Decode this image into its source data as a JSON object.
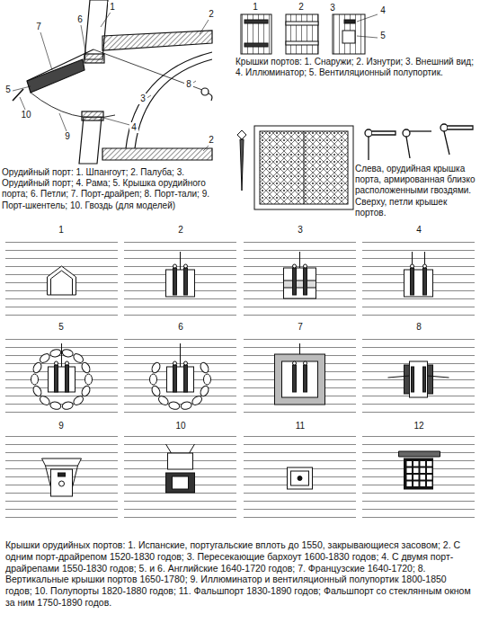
{
  "diagram": {
    "caption": "Крышки орудийных портов: 1. Испанские, португальские вплоть до 1550, закрывающиеся засовом; 2. С одним порт-драйрепом 1520-1830 годов; 3. Пересекающие бархоут 1600-1830 годов; 4. С двумя порт-драйрепами 1550-1830 годов; 5. и 6. Английские 1640-1720 годов; 7. Французские 1640-1720; 8. Вертикальные крышки портов 1650-1780; 9. Иллюминатор и вентиляционный полупортик 1800-1850 годов; 10. Полупорты 1820-1880 годов; 11. Фальшпорт 1830-1890 годов; Фальшпорт со стеклянным окном за ним 1750-1890 годов.",
    "labels": [
      "1",
      "2",
      "2",
      "3",
      "4",
      "5",
      "6",
      "7",
      "8",
      "9",
      "10",
      "Орудийный порт: 1. Шпангоут; 2. Палуба; 3. Орудийный порт; 4. Рама; 5. Крышка орудийного порта; 6. Петли; 7. Порт-драйреп; 8. Порт-тали; 9. Порт-шкентель; 10. Гвоздь (для моделей)",
      "1",
      "2",
      "3",
      "4",
      "5",
      "Крышки портов: 1. Снаружи; 2. Изнутри; 3. Внешний вид; 4. Иллюминатор; 5. Вентиляционный полупортик.",
      "Слева, орудийная крышка порта, армированная близко расположенными гвоздями. Сверху, петли крышек портов.",
      "1",
      "2",
      "3",
      "4",
      "5",
      "6",
      "7",
      "8",
      "9",
      "10",
      "11",
      "12"
    ]
  }
}
